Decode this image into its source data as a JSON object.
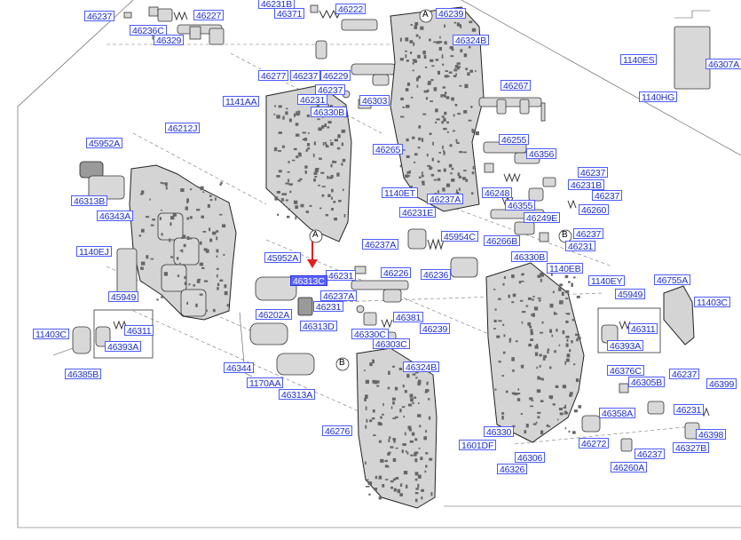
{
  "diagram": {
    "highlight_color": "#5b63ff",
    "label_color": "#1d2ec8",
    "arrow_color": "#e02020",
    "callouts": {
      "c1": "A",
      "c2": "A",
      "c3": "B",
      "c4": "B"
    },
    "labels": [
      {
        "id": "l1",
        "text": "46237"
      },
      {
        "id": "l2",
        "text": "46227"
      },
      {
        "id": "l3",
        "text": "46236C"
      },
      {
        "id": "l4",
        "text": "46329"
      },
      {
        "id": "l5",
        "text": "46231B"
      },
      {
        "id": "l6",
        "text": "46371"
      },
      {
        "id": "l7",
        "text": "46222"
      },
      {
        "id": "l8",
        "text": "46239"
      },
      {
        "id": "l9",
        "text": "46324B"
      },
      {
        "id": "l10",
        "text": "1140ES"
      },
      {
        "id": "l11",
        "text": "46307A"
      },
      {
        "id": "l12",
        "text": "1140HG"
      },
      {
        "id": "l13",
        "text": "46277"
      },
      {
        "id": "l14",
        "text": "46237"
      },
      {
        "id": "l15",
        "text": "46229"
      },
      {
        "id": "l16",
        "text": "46237"
      },
      {
        "id": "l17",
        "text": "46231"
      },
      {
        "id": "l18",
        "text": "46330B"
      },
      {
        "id": "l19",
        "text": "46303"
      },
      {
        "id": "l20",
        "text": "46267"
      },
      {
        "id": "l21",
        "text": "1141AA"
      },
      {
        "id": "l22",
        "text": "46212J"
      },
      {
        "id": "l23",
        "text": "46255"
      },
      {
        "id": "l24",
        "text": "46265"
      },
      {
        "id": "l25",
        "text": "46356"
      },
      {
        "id": "l26",
        "text": "45952A"
      },
      {
        "id": "l27",
        "text": "46237"
      },
      {
        "id": "l28",
        "text": "46231B"
      },
      {
        "id": "l29",
        "text": "46313B"
      },
      {
        "id": "l30",
        "text": "1140ET"
      },
      {
        "id": "l31",
        "text": "46248"
      },
      {
        "id": "l32",
        "text": "46237"
      },
      {
        "id": "l33",
        "text": "46355"
      },
      {
        "id": "l34",
        "text": "46237A"
      },
      {
        "id": "l35",
        "text": "46260"
      },
      {
        "id": "l36",
        "text": "46249E"
      },
      {
        "id": "l37",
        "text": "46343A"
      },
      {
        "id": "l38",
        "text": "46231E"
      },
      {
        "id": "l39",
        "text": "45954C"
      },
      {
        "id": "l40",
        "text": "46266B"
      },
      {
        "id": "l41",
        "text": "46237"
      },
      {
        "id": "l42",
        "text": "46231"
      },
      {
        "id": "l43",
        "text": "1140EJ"
      },
      {
        "id": "l44",
        "text": "46237A"
      },
      {
        "id": "l45",
        "text": "46330B"
      },
      {
        "id": "l46",
        "text": "45952A"
      },
      {
        "id": "l47",
        "text": "1140EB"
      },
      {
        "id": "l48",
        "text": "46226"
      },
      {
        "id": "l49",
        "text": "46231"
      },
      {
        "id": "l50",
        "text": "46236"
      },
      {
        "id": "l51",
        "text": "46313C"
      },
      {
        "id": "l52",
        "text": "1140EY"
      },
      {
        "id": "l53",
        "text": "46755A"
      },
      {
        "id": "l54",
        "text": "45949"
      },
      {
        "id": "l55",
        "text": "46237A"
      },
      {
        "id": "l56",
        "text": "45949"
      },
      {
        "id": "l57",
        "text": "46231"
      },
      {
        "id": "l58",
        "text": "11403C"
      },
      {
        "id": "l59",
        "text": "46202A"
      },
      {
        "id": "l60",
        "text": "46381"
      },
      {
        "id": "l61",
        "text": "46313D"
      },
      {
        "id": "l62",
        "text": "46311"
      },
      {
        "id": "l63",
        "text": "46239"
      },
      {
        "id": "l64",
        "text": "46311"
      },
      {
        "id": "l65",
        "text": "11403C"
      },
      {
        "id": "l66",
        "text": "46330C"
      },
      {
        "id": "l67",
        "text": "46303C"
      },
      {
        "id": "l68",
        "text": "46393A"
      },
      {
        "id": "l69",
        "text": "46393A"
      },
      {
        "id": "l70",
        "text": "46376C"
      },
      {
        "id": "l71",
        "text": "46237"
      },
      {
        "id": "l72",
        "text": "46399"
      },
      {
        "id": "l73",
        "text": "46344"
      },
      {
        "id": "l74",
        "text": "46324B"
      },
      {
        "id": "l75",
        "text": "46305B"
      },
      {
        "id": "l76",
        "text": "46385B"
      },
      {
        "id": "l77",
        "text": "1170AA"
      },
      {
        "id": "l78",
        "text": "46313A"
      },
      {
        "id": "l79",
        "text": "46231"
      },
      {
        "id": "l80",
        "text": "46358A"
      },
      {
        "id": "l81",
        "text": "46398"
      },
      {
        "id": "l82",
        "text": "46276"
      },
      {
        "id": "l83",
        "text": "46330"
      },
      {
        "id": "l84",
        "text": "1601DF"
      },
      {
        "id": "l85",
        "text": "46306"
      },
      {
        "id": "l86",
        "text": "46272"
      },
      {
        "id": "l87",
        "text": "46237"
      },
      {
        "id": "l88",
        "text": "46327B"
      },
      {
        "id": "l89",
        "text": "46326"
      },
      {
        "id": "l90",
        "text": "46260A"
      }
    ],
    "highlighted": "l51"
  }
}
